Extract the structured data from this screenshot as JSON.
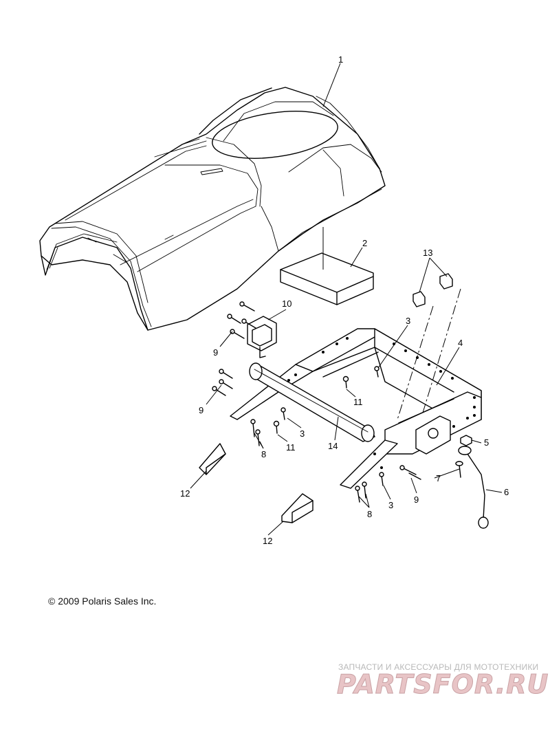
{
  "callouts": [
    "1",
    "2",
    "3",
    "3",
    "3",
    "4",
    "5",
    "6",
    "7",
    "8",
    "8",
    "9",
    "9",
    "9",
    "10",
    "11",
    "11",
    "12",
    "12",
    "13",
    "14"
  ],
  "copyright": "© 2009 Polaris Sales Inc.",
  "watermark": {
    "tagline": "ЗАПЧАСТИ И АКСЕССУАРЫ ДЛЯ МОТОТЕХНИКИ",
    "logo_text": "PARTSFOR.RU"
  }
}
